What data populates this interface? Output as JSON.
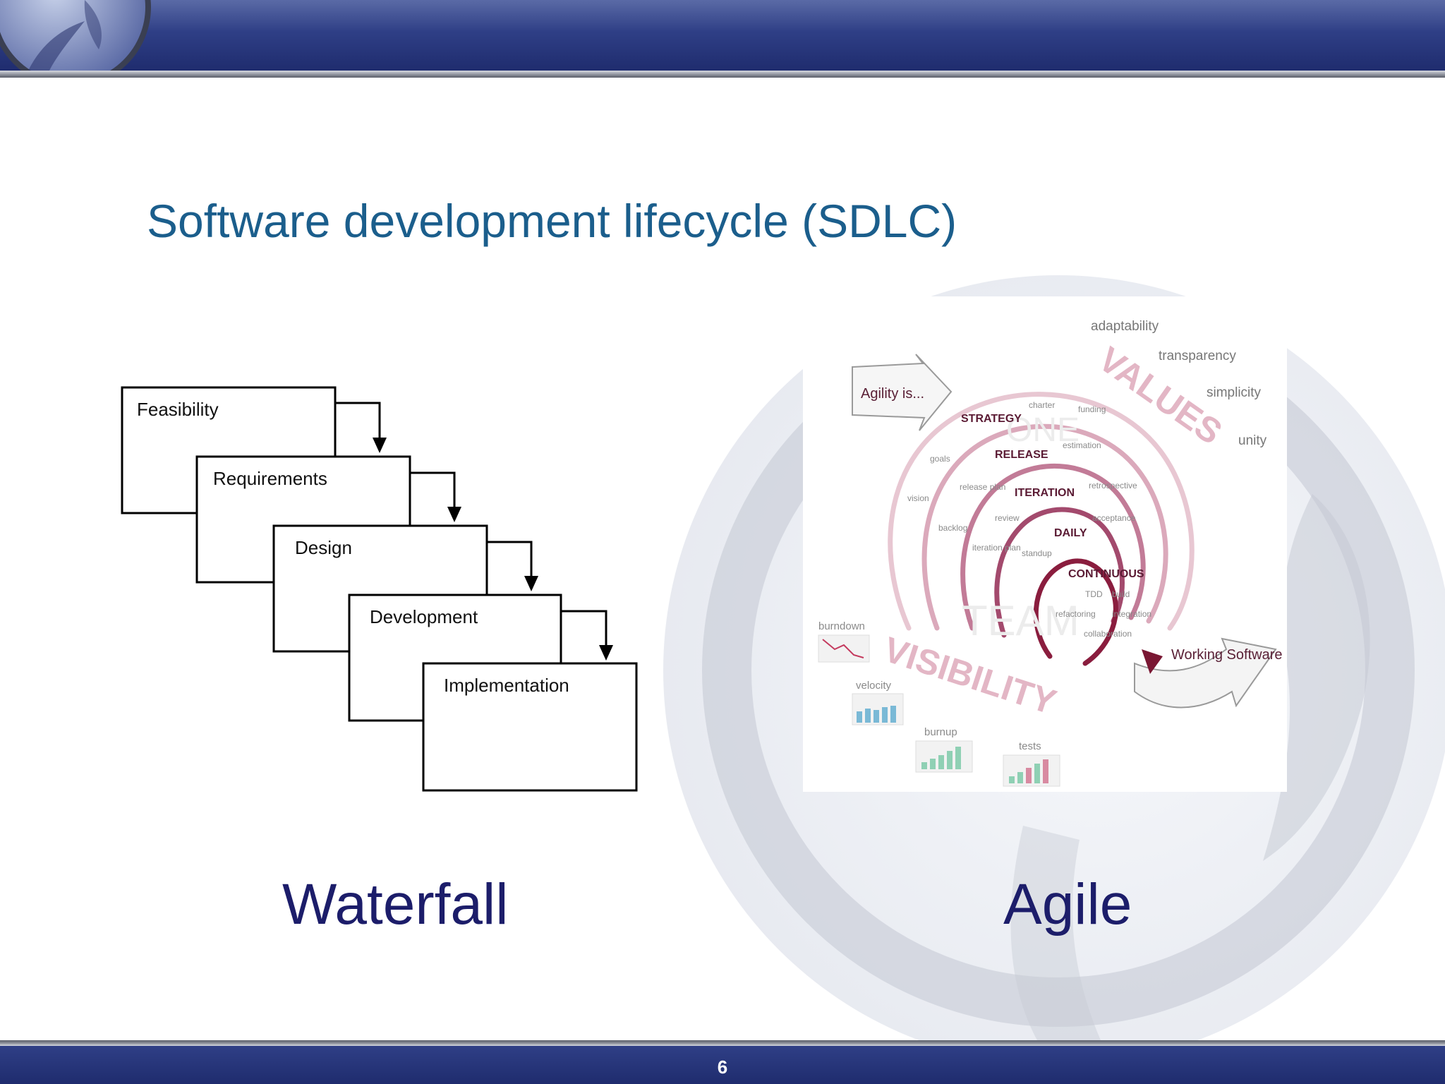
{
  "slide": {
    "title": "Software development lifecycle (SDLC)",
    "page_number": "6",
    "colors": {
      "bar": "#2a3a80",
      "title": "#1b5e8c",
      "caption": "#1c1d6a",
      "agile": "#8a1d3e"
    }
  },
  "waterfall": {
    "caption": "Waterfall",
    "stages": [
      "Feasibility",
      "Requirements",
      "Design",
      "Development",
      "Implementation"
    ]
  },
  "agile": {
    "caption": "Agile",
    "diagram": {
      "intro": "Agility is...",
      "values_word": "VALUES",
      "visibility_word": "VISIBILITY",
      "values": [
        "adaptability",
        "transparency",
        "simplicity",
        "unity"
      ],
      "cycles": [
        "STRATEGY",
        "RELEASE",
        "ITERATION",
        "DAILY",
        "CONTINUOUS"
      ],
      "terms": [
        "charter",
        "funding",
        "estimation",
        "goals",
        "release plan",
        "retrospective",
        "vision",
        "review",
        "acceptance",
        "backlog",
        "iteration plan",
        "standup",
        "TDD",
        "build",
        "refactoring",
        "integration",
        "collaboration"
      ],
      "team_words": [
        "ONE",
        "TEAM"
      ],
      "metrics": [
        "burndown",
        "velocity",
        "burnup",
        "tests"
      ],
      "output": "Working Software"
    }
  }
}
